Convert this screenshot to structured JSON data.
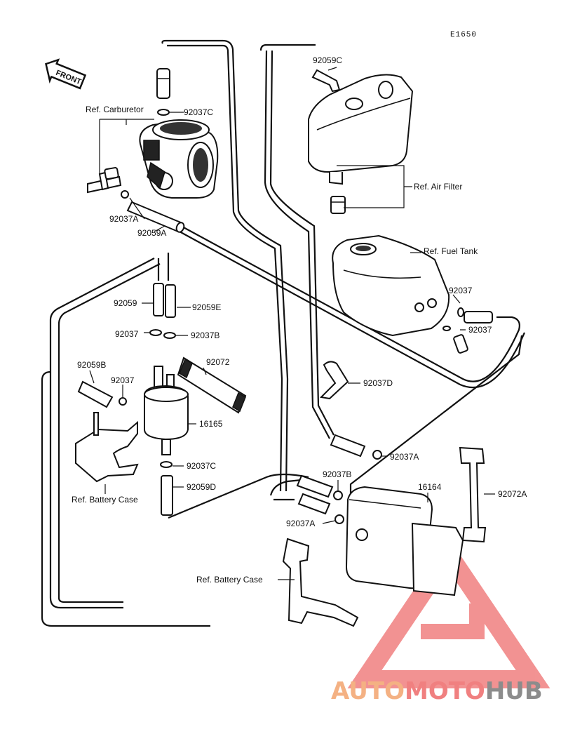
{
  "diagram_code": "E1650",
  "front_label": "FRONT",
  "labels": {
    "ref_carburetor": "Ref. Carburetor",
    "ref_air_filter": "Ref. Air Filter",
    "ref_fuel_tank": "Ref. Fuel Tank",
    "ref_battery_case_1": "Ref. Battery Case",
    "ref_battery_case_2": "Ref. Battery Case"
  },
  "parts": {
    "p92059C": "92059C",
    "p92037C_top": "92037C",
    "p92037A_top": "92037A",
    "p92059A": "92059A",
    "p92059": "92059",
    "p92059E": "92059E",
    "p92037_left": "92037",
    "p92037B_mid": "92037B",
    "p92072": "92072",
    "p92059B": "92059B",
    "p92037_filter": "92037",
    "p16165": "16165",
    "p92037C_low": "92037C",
    "p92059D": "92059D",
    "p92037_tank_a": "92037",
    "p92037_tank_b": "92037",
    "p92037D": "92037D",
    "p92037A_right": "92037A",
    "p92037B_right": "92037B",
    "p16164": "16164",
    "p92072A": "92072A",
    "p92037A_bottom": "92037A"
  },
  "watermark": {
    "part1": "AUTO",
    "part2": "MOTO",
    "part3": "HUB",
    "color1": "#f4b183",
    "color2": "#f08080",
    "color3": "#8c8c8c"
  }
}
